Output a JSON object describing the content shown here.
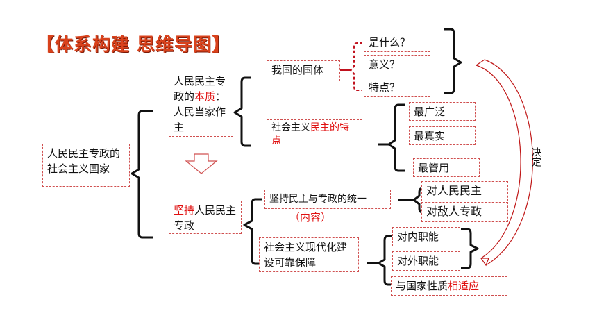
{
  "title": "【体系构建 思维导图】",
  "root": "人民民主专政的社会主义国家",
  "essence": {
    "pre": "人民民主专政的",
    "hl": "本质",
    "post": "：人民当家作主"
  },
  "uphold": {
    "hl": "坚持",
    "post": "人民民主专政"
  },
  "country_nature": "我国的国体",
  "q_what": "是什么？",
  "q_meaning": "意义？",
  "q_features": "特点？",
  "socialist_democracy": {
    "pre": "社会主义",
    "hl": "民主的特点"
  },
  "widest": "最广泛",
  "truest": "最真实",
  "most_effective": "最管用",
  "unity": "坚持民主与专政的统一",
  "content_note": "（内容）",
  "democracy_people": "对人民民主",
  "dictatorship_enemy": "对敌人专政",
  "guarantee": "社会主义现代化建设可靠保障",
  "internal_func": "对内职能",
  "external_func": "对外职能",
  "adapt": {
    "pre": "与国家性质",
    "hl": "相适应"
  },
  "decide": "决定"
}
